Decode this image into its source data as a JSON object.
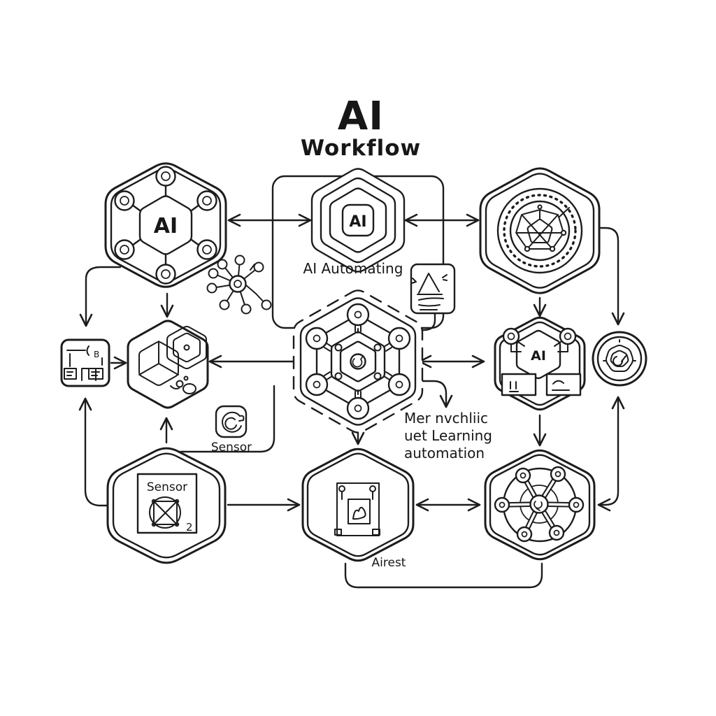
{
  "title": {
    "main": "AI",
    "sub": "Workflow"
  },
  "nodes": {
    "ai_molecule": {
      "label": "AI"
    },
    "ai_automating": {
      "label": "AI",
      "caption": "AI Automating"
    },
    "circuit_module": {
      "glyph": "B"
    },
    "core": {
      "caption": [
        "Mer nvchliic",
        "uet Learning",
        "automation"
      ]
    },
    "ai_chip": {
      "label": "AI"
    },
    "sensor_unit": {
      "label": "Sensor",
      "badge": "2"
    },
    "sensor_icon": {
      "caption": "Sensor"
    },
    "alert_unit": {
      "caption": "Airest"
    }
  },
  "colors": {
    "ink": "#1c1c1c",
    "background": "#ffffff"
  }
}
